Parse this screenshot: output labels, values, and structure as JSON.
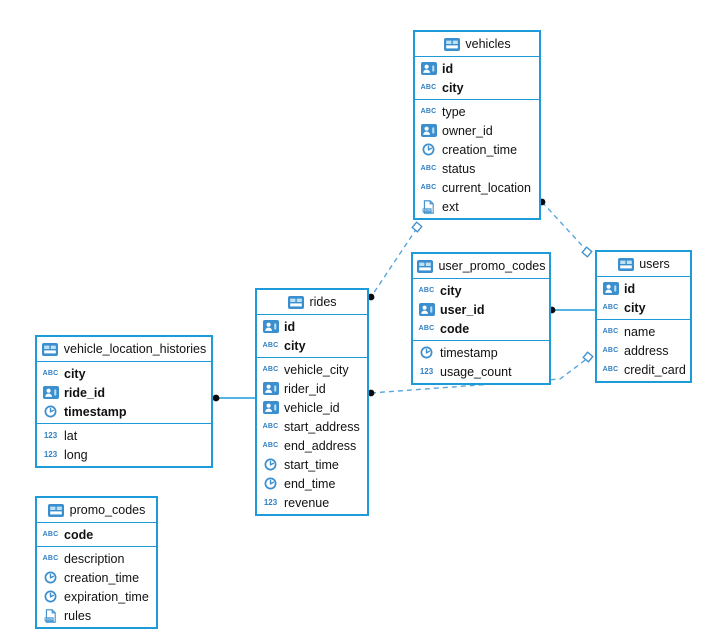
{
  "colors": {
    "table_border": "#1d9bd8",
    "icon_blue": "#3b8fce",
    "type_text_blue": "#2f7fc3",
    "dashed_line": "#58a7db",
    "endpoint_dot": "#0b0b0b",
    "text": "#111111"
  },
  "icons": {
    "string_label": "ABC",
    "number_label": "123",
    "json_label": "JSON"
  },
  "tables": {
    "vehicles": {
      "title": "vehicles",
      "pk": [
        {
          "icon": "id",
          "name": "id"
        },
        {
          "icon": "string",
          "name": "city"
        }
      ],
      "fields": [
        {
          "icon": "string",
          "name": "type"
        },
        {
          "icon": "id",
          "name": "owner_id"
        },
        {
          "icon": "timestamp",
          "name": "creation_time"
        },
        {
          "icon": "string",
          "name": "status"
        },
        {
          "icon": "string",
          "name": "current_location"
        },
        {
          "icon": "json",
          "name": "ext"
        }
      ]
    },
    "user_promo_codes": {
      "title": "user_promo_codes",
      "pk": [
        {
          "icon": "string",
          "name": "city"
        },
        {
          "icon": "id",
          "name": "user_id"
        },
        {
          "icon": "string",
          "name": "code"
        }
      ],
      "fields": [
        {
          "icon": "timestamp",
          "name": "timestamp"
        },
        {
          "icon": "number",
          "name": "usage_count"
        }
      ]
    },
    "users": {
      "title": "users",
      "pk": [
        {
          "icon": "id",
          "name": "id"
        },
        {
          "icon": "string",
          "name": "city"
        }
      ],
      "fields": [
        {
          "icon": "string",
          "name": "name"
        },
        {
          "icon": "string",
          "name": "address"
        },
        {
          "icon": "string",
          "name": "credit_card"
        }
      ]
    },
    "rides": {
      "title": "rides",
      "pk": [
        {
          "icon": "id",
          "name": "id"
        },
        {
          "icon": "string",
          "name": "city"
        }
      ],
      "fields": [
        {
          "icon": "string",
          "name": "vehicle_city"
        },
        {
          "icon": "id",
          "name": "rider_id"
        },
        {
          "icon": "id",
          "name": "vehicle_id"
        },
        {
          "icon": "string",
          "name": "start_address"
        },
        {
          "icon": "string",
          "name": "end_address"
        },
        {
          "icon": "timestamp",
          "name": "start_time"
        },
        {
          "icon": "timestamp",
          "name": "end_time"
        },
        {
          "icon": "number",
          "name": "revenue"
        }
      ]
    },
    "vehicle_location_histories": {
      "title": "vehicle_location_histories",
      "pk": [
        {
          "icon": "string",
          "name": "city"
        },
        {
          "icon": "id",
          "name": "ride_id"
        },
        {
          "icon": "timestamp",
          "name": "timestamp"
        }
      ],
      "fields": [
        {
          "icon": "number",
          "name": "lat"
        },
        {
          "icon": "number",
          "name": "long"
        }
      ]
    },
    "promo_codes": {
      "title": "promo_codes",
      "pk": [
        {
          "icon": "string",
          "name": "code"
        }
      ],
      "fields": [
        {
          "icon": "string",
          "name": "description"
        },
        {
          "icon": "timestamp",
          "name": "creation_time"
        },
        {
          "icon": "timestamp",
          "name": "expiration_time"
        },
        {
          "icon": "json",
          "name": "rules"
        }
      ]
    }
  },
  "relations": [
    {
      "from": "rides",
      "to": "vehicles",
      "style": "dashed",
      "from_marker": "dot",
      "to_marker": "diamond"
    },
    {
      "from": "vehicles",
      "to": "users",
      "style": "dashed",
      "from_marker": "dot",
      "to_marker": "diamond"
    },
    {
      "from": "user_promo_codes",
      "to": "users",
      "style": "solid",
      "from_marker": "dot",
      "to_marker": "none"
    },
    {
      "from": "rides",
      "to": "users",
      "style": "dashed",
      "from_marker": "dot",
      "to_marker": "diamond"
    },
    {
      "from": "vehicle_location_histories",
      "to": "rides",
      "style": "solid",
      "from_marker": "dot",
      "to_marker": "none"
    }
  ]
}
